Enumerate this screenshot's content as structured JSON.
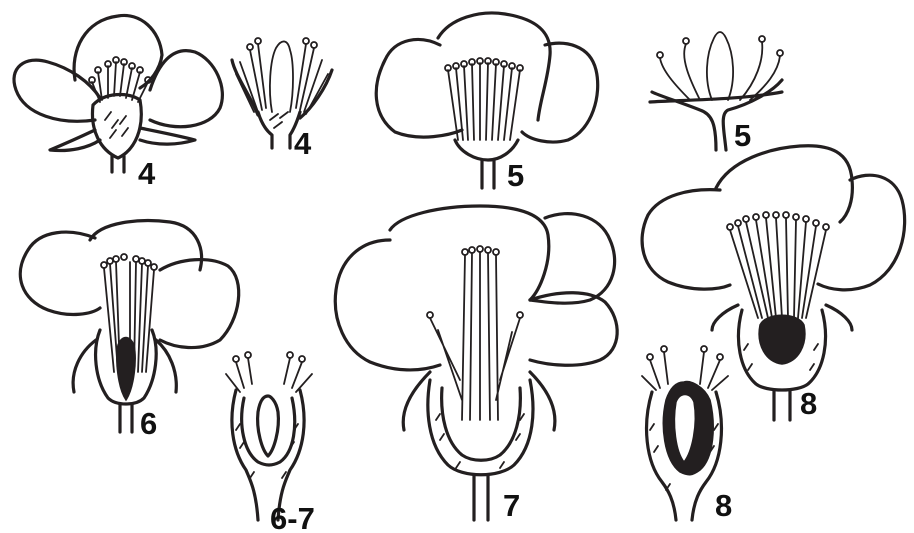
{
  "figure": {
    "labels": [
      {
        "id": "fig4a",
        "text": "4"
      },
      {
        "id": "fig4b",
        "text": "4"
      },
      {
        "id": "fig5a",
        "text": "5"
      },
      {
        "id": "fig5b",
        "text": "5"
      },
      {
        "id": "fig6",
        "text": "6"
      },
      {
        "id": "fig67",
        "text": "6-7"
      },
      {
        "id": "fig7",
        "text": "7"
      },
      {
        "id": "fig8a",
        "text": "8"
      },
      {
        "id": "fig8b",
        "text": "8"
      }
    ],
    "ink_color": "#231f20",
    "background": "#ffffff"
  }
}
